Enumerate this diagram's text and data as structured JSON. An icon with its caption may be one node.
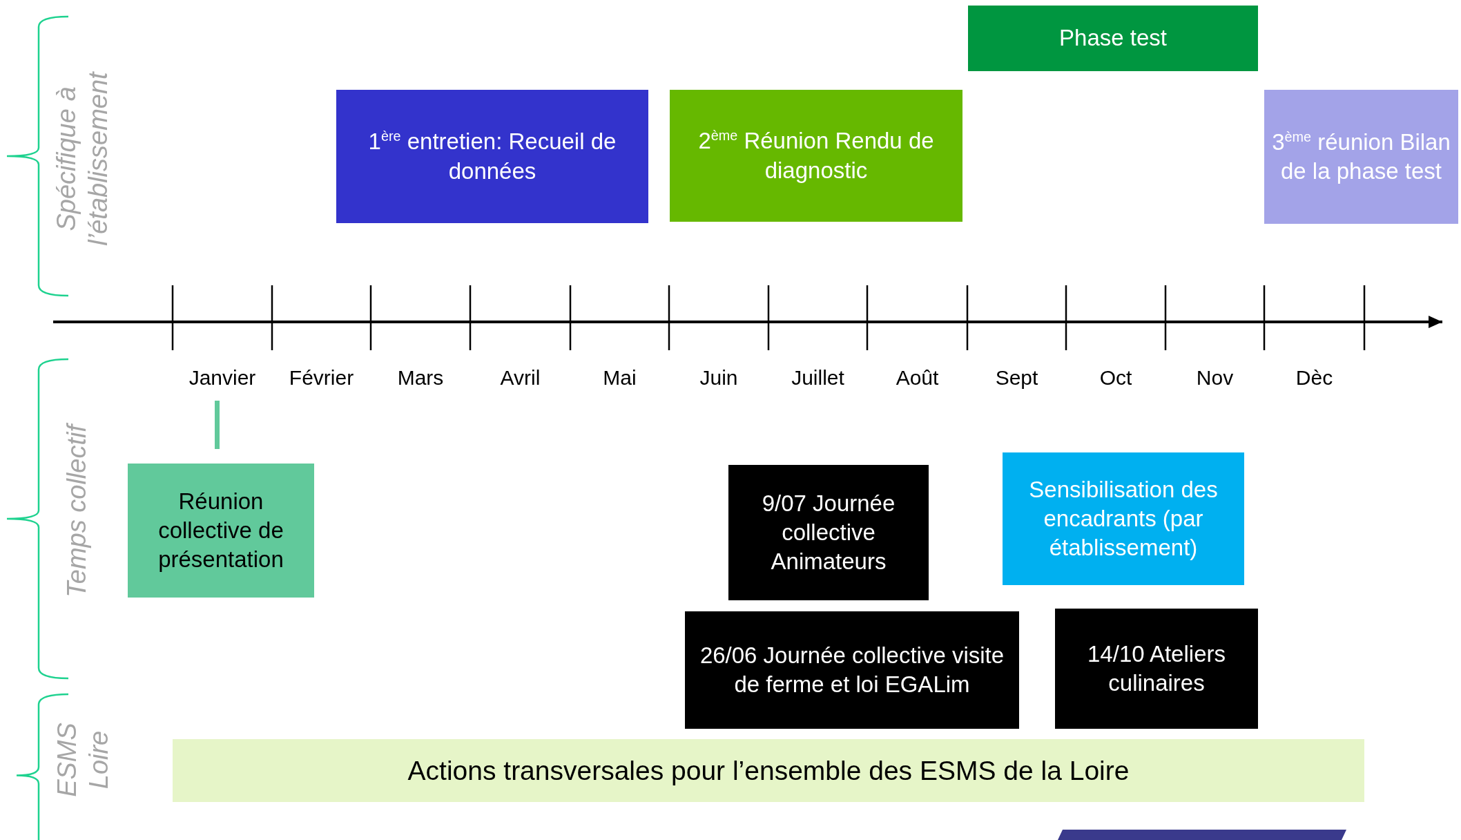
{
  "diagram": {
    "nodes": [
      {
        "text": [
          "Phase test"
        ]
      },
      {
        "text": [
          "1$^{ère}$ entretien: Recueil de données"
        ]
      },
      {
        "text": [
          "2$^{ème}$ Réunion Rendu de diagnostic"
        ]
      },
      {
        "text": [
          "3$^{ème}$ réunion Bilan de la phase test"
        ]
      },
      {
        "text": [
          "Réunion collective de présentation"
        ]
      },
      {
        "text": [
          "9/07 Journée collective Animateurs"
        ]
      },
      {
        "text": [
          "Sensibilisation des encadrants (par établissement)"
        ]
      },
      {
        "text": [
          "26/06 Journée collective visite de ferme et loi EGALim"
        ]
      },
      {
        "text": [
          "14/10 Ateliers culinaires"
        ]
      },
      {
        "text": [
          "Actions transversales pour l’ensemble des ESMS de la Loire"
        ]
      },
      {
        "text": [],
        "shape": "bar"
      }
    ],
    "labels": [
      "Spécifique à l’établissement",
      "Temps collectif",
      "ESMS Loire",
      "Janvier",
      "Février",
      "Mars",
      "Avril",
      "Mai",
      "Juin",
      "Juillet",
      "Août",
      "Sept",
      "Oct",
      "Nov",
      "Dèc"
    ]
  }
}
